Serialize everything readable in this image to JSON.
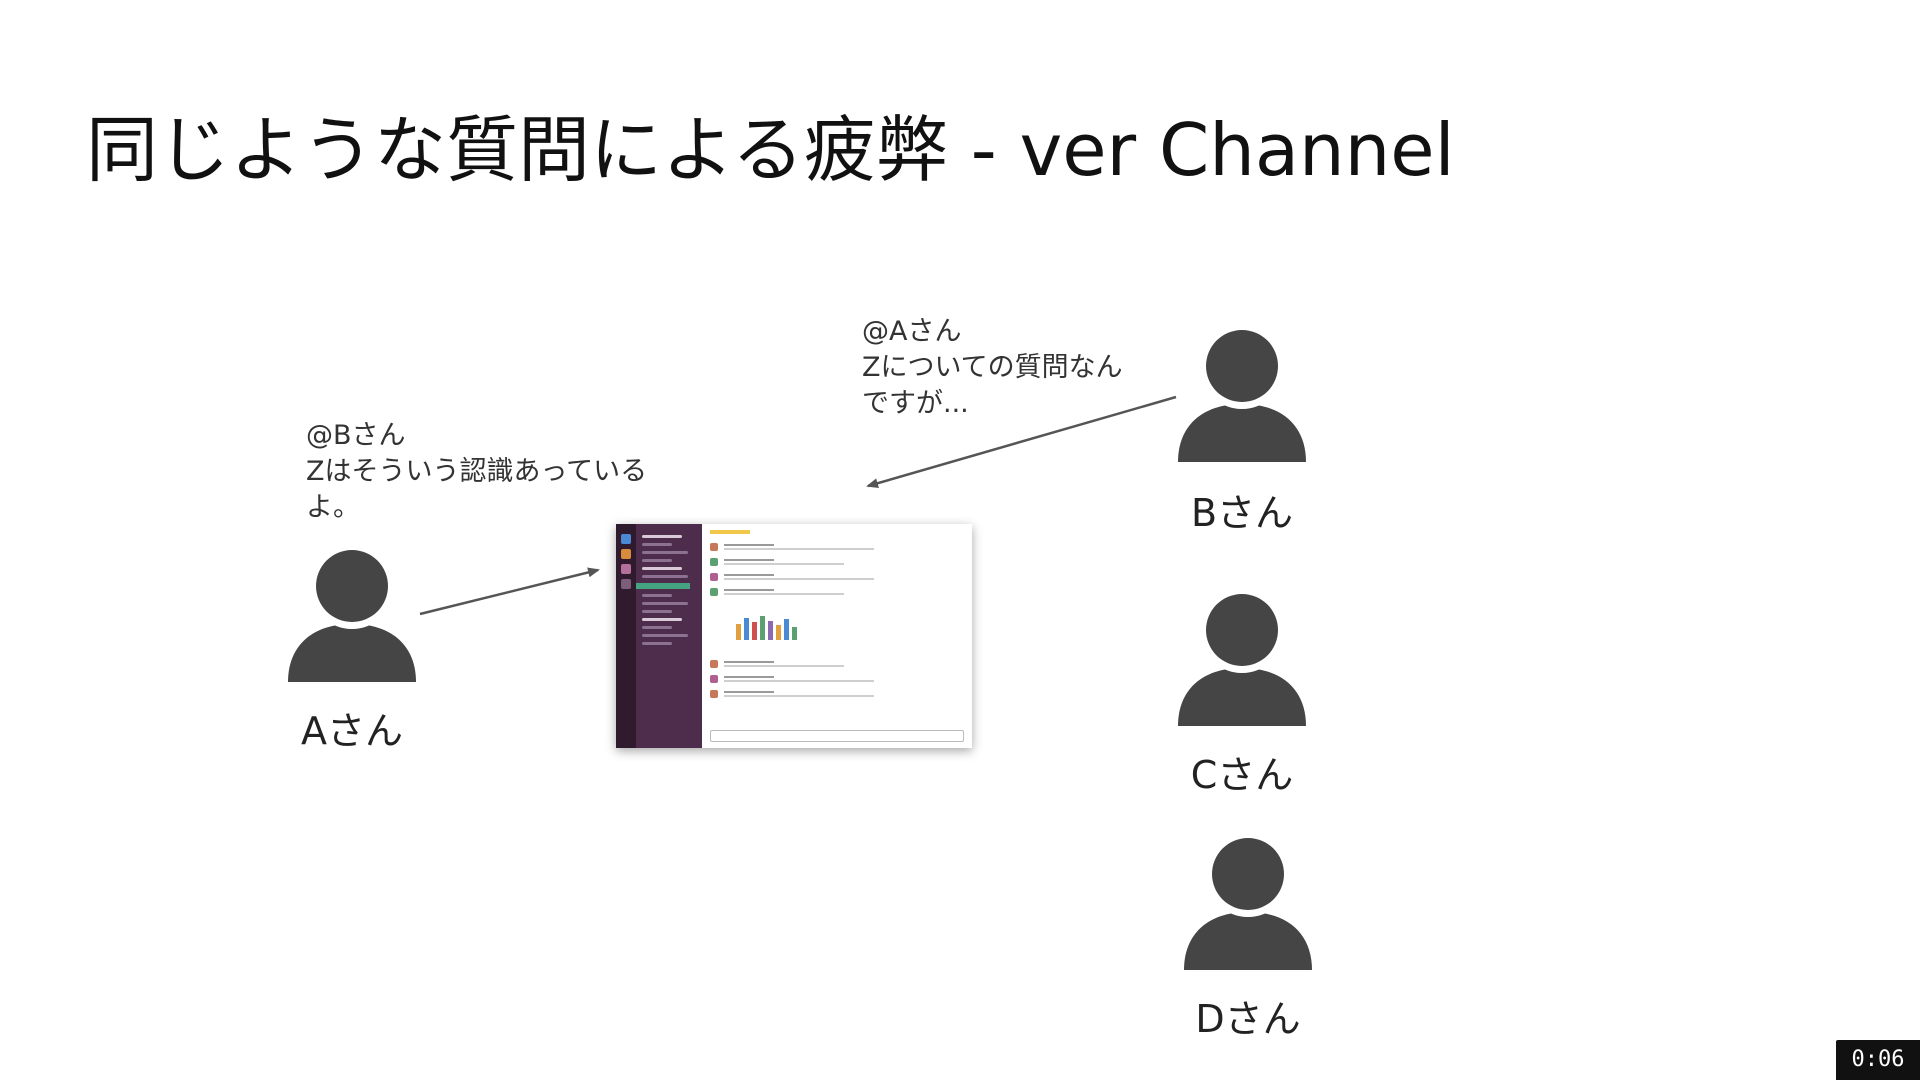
{
  "slide": {
    "title": "同じような質問による疲弊 - ver Channel"
  },
  "people": [
    {
      "id": "a",
      "label": "Aさん"
    },
    {
      "id": "b",
      "label": "Bさん"
    },
    {
      "id": "c",
      "label": "Cさん"
    },
    {
      "id": "d",
      "label": "Dさん"
    }
  ],
  "bubbles": {
    "from_a": [
      "@Bさん",
      "Zはそういう認識あっている",
      "よ。"
    ],
    "from_b": [
      "@Aさん",
      "Zについての質問なん",
      "ですが..."
    ]
  },
  "icons": {
    "person": "person-silhouette-icon",
    "channel": "slack-channel-window"
  },
  "colors": {
    "person_fill": "#454545",
    "arrow": "#555555",
    "slack_sidebar": "#4d2d4b"
  },
  "player": {
    "timecode": "0:06"
  }
}
